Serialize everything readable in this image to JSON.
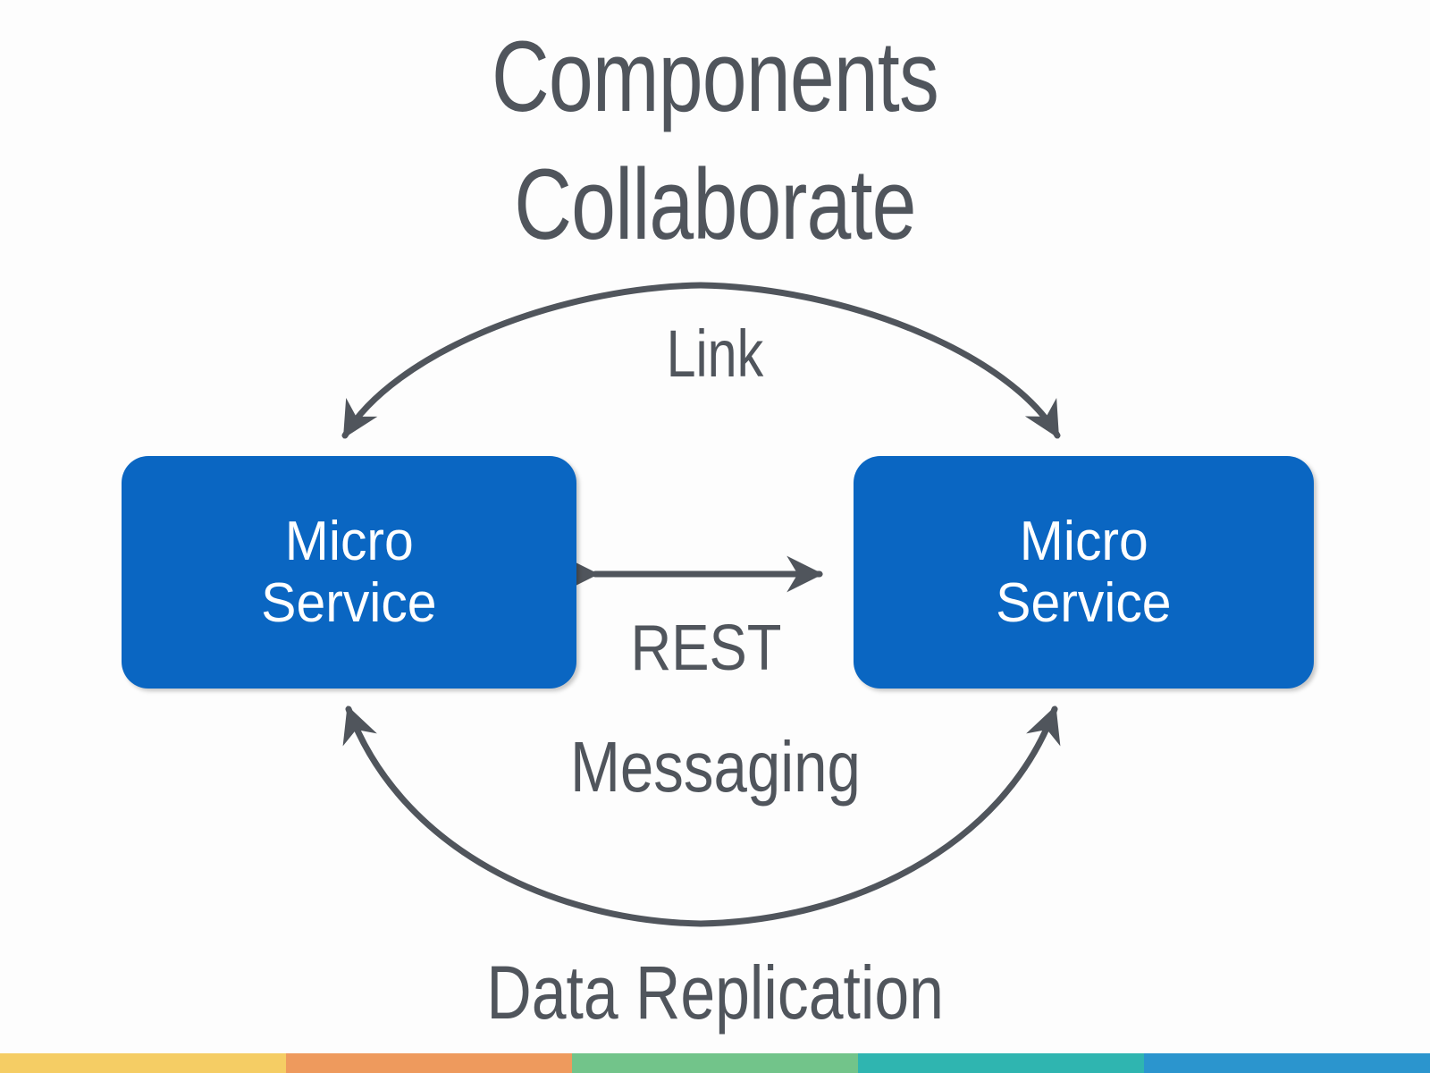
{
  "slide": {
    "title": "Components\nCollaborate",
    "background_color": "#fdfdfd",
    "text_color": "#50555c"
  },
  "nodes": [
    {
      "id": "micro-service-left",
      "line1": "Micro",
      "line2": "Service",
      "fill_color": "#0a66c2",
      "text_color": "#ffffff"
    },
    {
      "id": "micro-service-right",
      "line1": "Micro",
      "line2": "Service",
      "fill_color": "#0a66c2",
      "text_color": "#ffffff"
    }
  ],
  "edges": [
    {
      "id": "link-edge",
      "label": "Link",
      "style": "top-arc",
      "arrowheads": "both-ends-pointing-down-into-boxes",
      "color": "#50555c"
    },
    {
      "id": "rest-edge",
      "label": "REST",
      "style": "straight-horizontal",
      "arrowheads": "double-headed",
      "color": "#50555c"
    },
    {
      "id": "messaging-edge",
      "label": "Messaging",
      "style": "bottom-arc",
      "arrowheads": "both-ends-pointing-up-into-boxes",
      "color": "#50555c"
    }
  ],
  "footer": {
    "caption": "Data Replication"
  },
  "color_bar": {
    "segments": [
      {
        "name": "yellow",
        "color": "#f5cd64"
      },
      {
        "name": "orange",
        "color": "#ee9a5d"
      },
      {
        "name": "green",
        "color": "#72c48a"
      },
      {
        "name": "teal",
        "color": "#2fb5b0"
      },
      {
        "name": "blue",
        "color": "#2b95ce"
      }
    ]
  }
}
